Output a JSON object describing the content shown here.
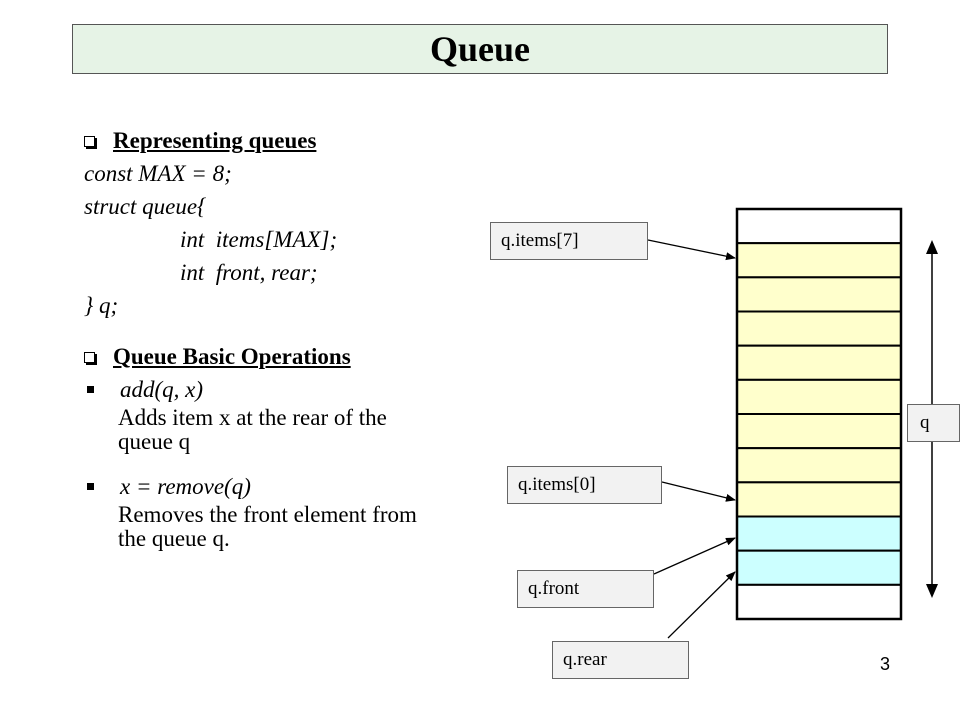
{
  "slide": {
    "title": "Queue",
    "page_number": "3"
  },
  "section1": {
    "heading": "Representing queues",
    "code": [
      "const MAX = 8;",
      "struct queue{",
      "int  items[MAX];",
      "int  front, rear;",
      "} q;"
    ]
  },
  "section2": {
    "heading": "Queue Basic Operations",
    "ops": [
      {
        "signature": "add(q, x)",
        "description_line1": "Adds item x at the rear of the",
        "description_line2": "queue  q"
      },
      {
        "signature": "x = remove(q)",
        "description_line1": "Removes the front element from",
        "description_line2": "the queue q."
      }
    ]
  },
  "diagram": {
    "labels": {
      "items7": "q.items[7]",
      "items0": "q.items[0]",
      "front": "q.front",
      "rear": "q.rear",
      "q": "q"
    },
    "cell_colors": [
      "#ffffff",
      "#ffffcc",
      "#ffffcc",
      "#ffffcc",
      "#ffffcc",
      "#ffffcc",
      "#ffffcc",
      "#ffffcc",
      "#ffffcc",
      "#ccffff",
      "#ccffff",
      "#ffffff"
    ]
  }
}
